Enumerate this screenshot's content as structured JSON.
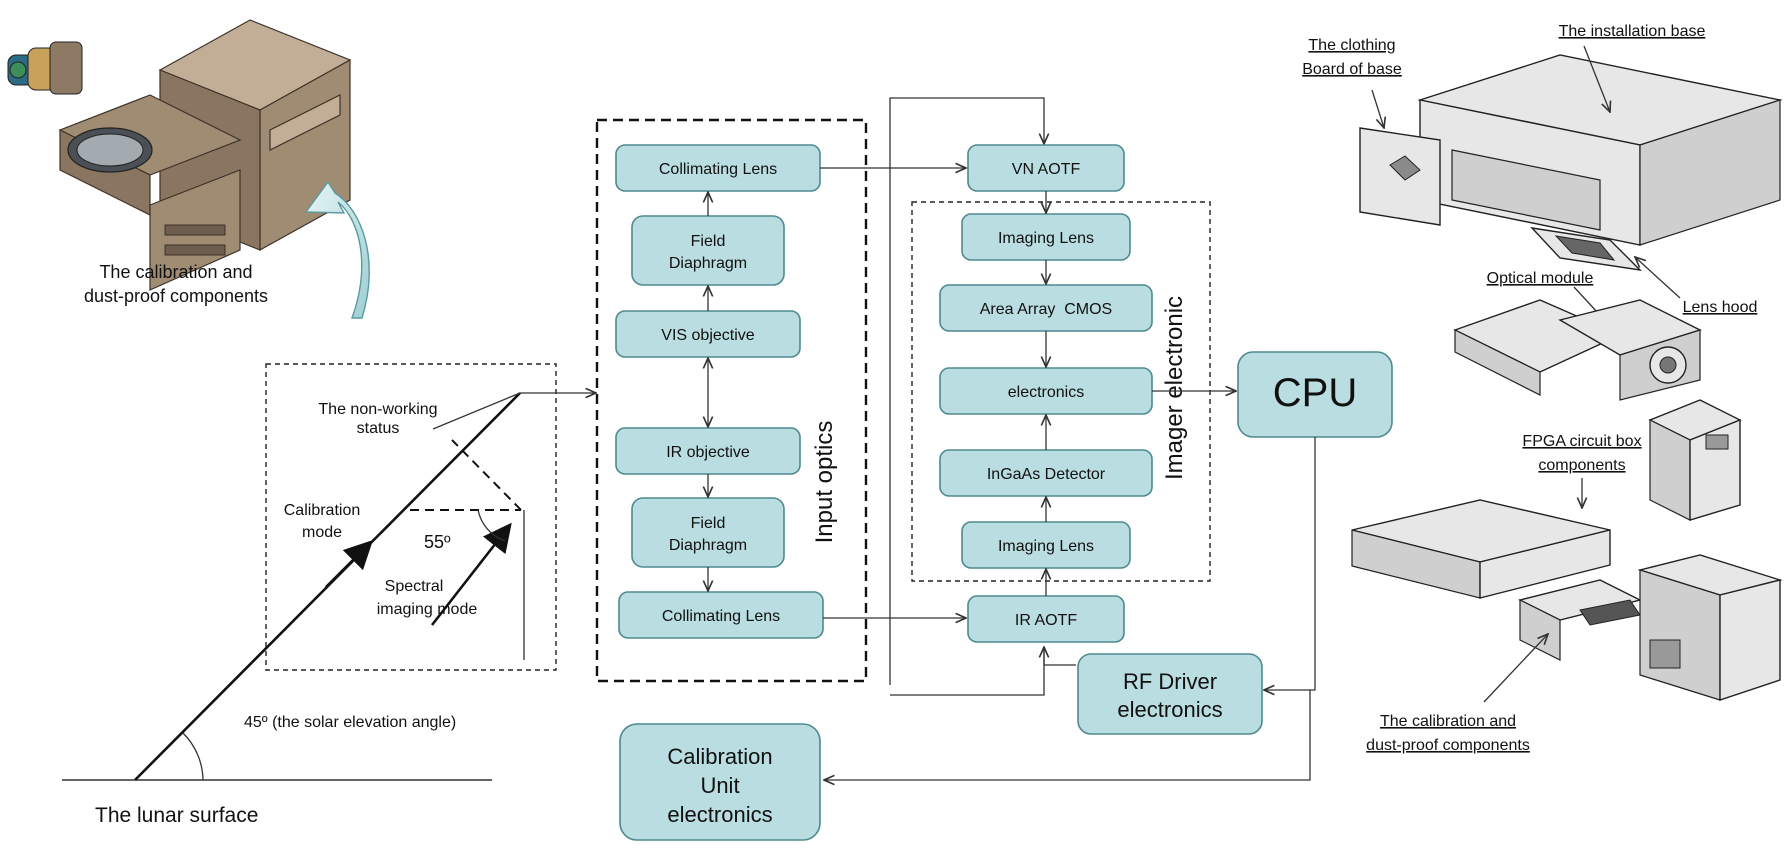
{
  "left": {
    "calib_caption_1": "The calibration and",
    "calib_caption_2": "dust-proof components",
    "nonworking_1": "The non-working",
    "nonworking_2": "status",
    "calibration_1": "Calibration",
    "calibration_2": "mode",
    "angle_55": "55º",
    "spectral_1": "Spectral",
    "spectral_2": "imaging mode",
    "angle_45": "45º (the solar elevation angle)",
    "surface": "The lunar surface"
  },
  "input_optics": {
    "label": "Input optics",
    "collimating_top": "Collimating Lens",
    "field_top_1": "Field",
    "field_top_2": "Diaphragm",
    "vis_objective": "VIS objective",
    "ir_objective": "IR objective",
    "field_bottom_1": "Field",
    "field_bottom_2": "Diaphragm",
    "collimating_bottom": "Collimating Lens"
  },
  "imager": {
    "label": "Imager electronic",
    "vn_aotf": "VN AOTF",
    "imaging_lens_top": "Imaging Lens",
    "cmos": "Area Array  CMOS",
    "electronics": "electronics",
    "ingaas": "InGaAs Detector",
    "imaging_lens_bottom": "Imaging Lens",
    "ir_aotf": "IR AOTF"
  },
  "cpu": "CPU",
  "rf_driver_1": "RF Driver",
  "rf_driver_2": "electronics",
  "calib_unit_1": "Calibration",
  "calib_unit_2": "Unit",
  "calib_unit_3": "electronics",
  "right": {
    "clothing_1": "The clothing",
    "clothing_2": "Board of base",
    "installation_base": "The installation base",
    "lens_hood": "Lens hood",
    "optical_module": "Optical module",
    "fpga_1": "FPGA circuit box",
    "fpga_2": "components",
    "calib_1": "The calibration and",
    "calib_2": "dust-proof components"
  },
  "colors": {
    "box_fill": "#b9dde0",
    "box_stroke": "#4e8a8f",
    "bronze": "#a08b73"
  }
}
